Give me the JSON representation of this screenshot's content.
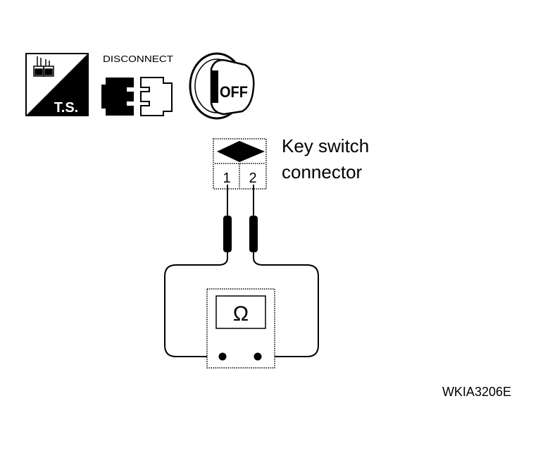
{
  "icons": {
    "ts_label": "T.S.",
    "disconnect_label": "DISCONNECT",
    "ignition_label": "OFF"
  },
  "connector": {
    "name_line1": "Key switch",
    "name_line2": "connector",
    "pins": [
      "1",
      "2"
    ]
  },
  "meter": {
    "symbol": "Ω"
  },
  "figure_id": "WKIA3206E"
}
